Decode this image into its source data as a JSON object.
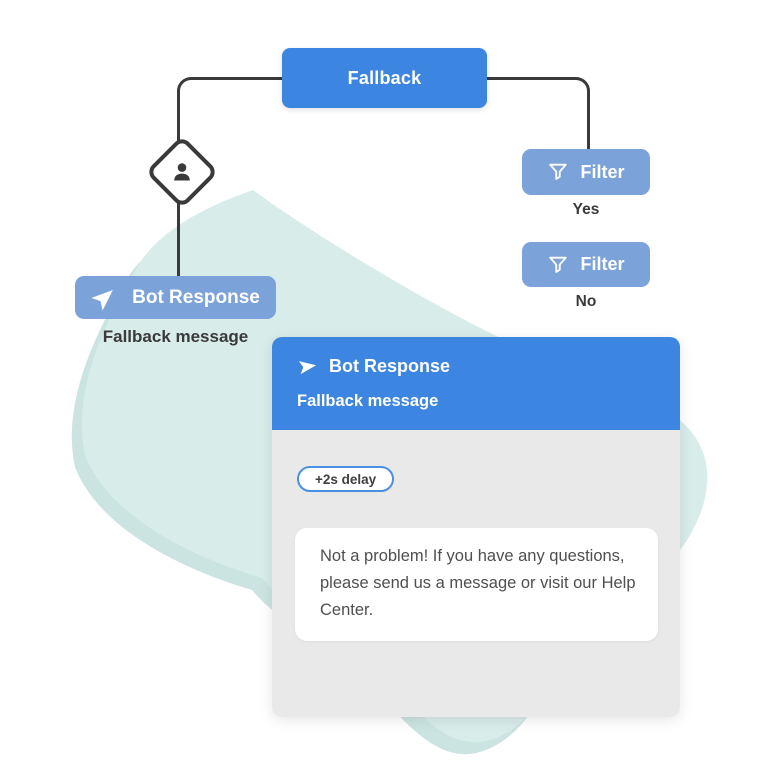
{
  "colors": {
    "primary_blue": "#3c85e0",
    "light_blue": "#7ca3d9",
    "connector": "#3a3a3a",
    "teal_blob": "#d8eceа-main",
    "teal_front": "#d8ecea",
    "teal_back": "#cbe4e1",
    "card_body": "#e9e9e9",
    "chip_border": "#4a90e2",
    "dark_text": "#3a3a3a",
    "message_text": "#4f4f4f"
  },
  "flow": {
    "fallback_node": {
      "label": "Fallback"
    },
    "persona_node": {
      "icon": "person-icon"
    },
    "bot_response_node": {
      "label": "Bot Response",
      "icon": "send-icon",
      "caption": "Fallback message"
    },
    "filter_nodes": [
      {
        "label": "Filter",
        "icon": "filter-icon",
        "branch_label": "Yes"
      },
      {
        "label": "Filter",
        "icon": "filter-icon",
        "branch_label": "No"
      }
    ]
  },
  "detail_card": {
    "title": "Bot Response",
    "title_icon": "send-icon",
    "subtitle": "Fallback message",
    "delay_chip": "+2s delay",
    "message": "Not a problem! If you have any questions, please send us a message or visit our Help Center."
  }
}
